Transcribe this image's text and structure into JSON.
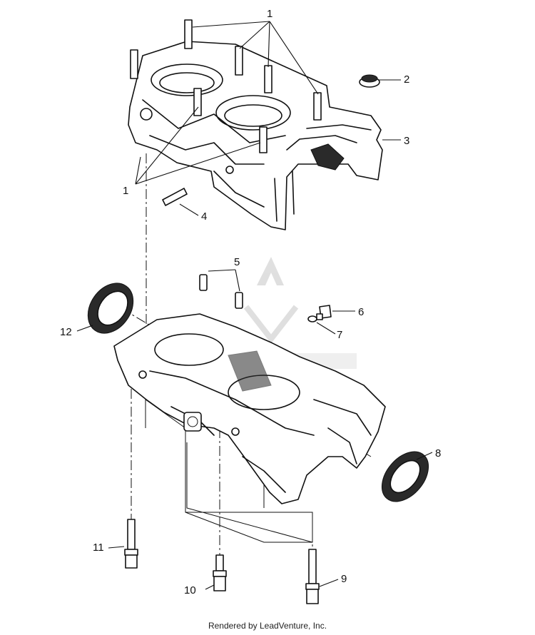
{
  "callouts": {
    "c1a": "1",
    "c1b": "1",
    "c2": "2",
    "c3": "3",
    "c4": "4",
    "c5": "5",
    "c6": "6",
    "c7": "7",
    "c8": "8",
    "c9": "9",
    "c10": "10",
    "c11": "11",
    "c12": "12"
  },
  "footer": "Rendered by LeadVenture, Inc."
}
